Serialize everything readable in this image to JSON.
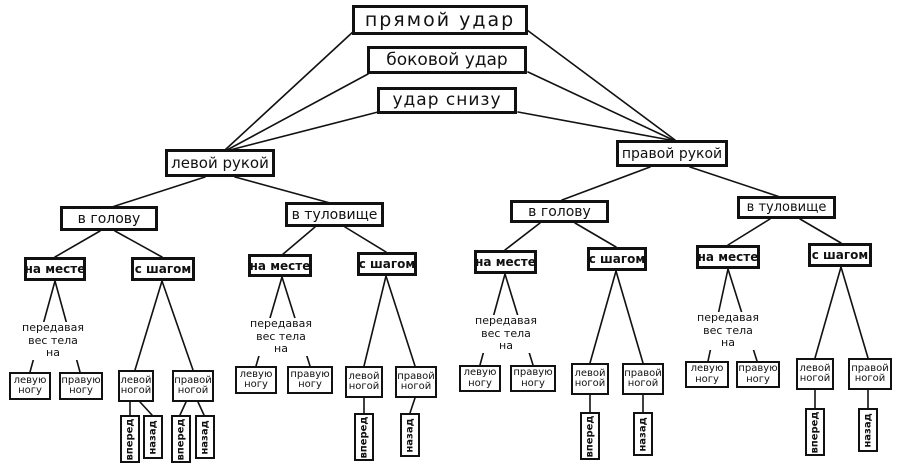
{
  "punches": {
    "straight": "прямой удар",
    "side": "боковой удар",
    "upper": "удар снизу"
  },
  "hands": {
    "left": "левой рукой",
    "right": "правой рукой"
  },
  "targets": {
    "head": "в голову",
    "body": "в туловище"
  },
  "modes": {
    "in_place": "на месте",
    "with_step": "с шагом"
  },
  "weight_note": [
    "передавая",
    "вес тела",
    "на"
  ],
  "legs": {
    "left": [
      "левую",
      "ногу"
    ],
    "right": [
      "правую",
      "ногу"
    ]
  },
  "step_legs": {
    "left": [
      "левой",
      "ногой"
    ],
    "right": [
      "правой",
      "ногой"
    ]
  },
  "directions": {
    "forward": "вперед",
    "back": "назад"
  }
}
